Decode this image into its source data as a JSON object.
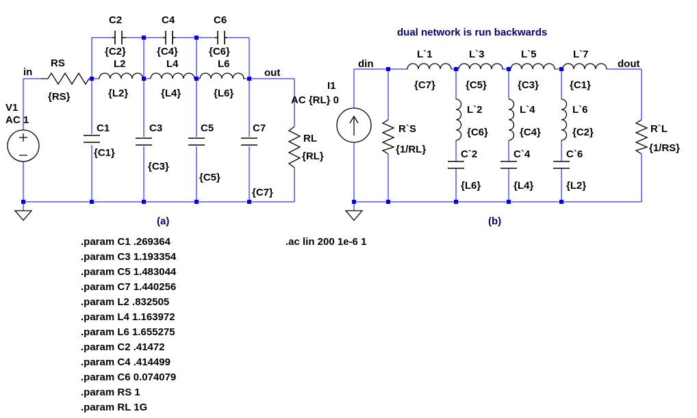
{
  "title": "dual network is run backwards",
  "labels": {
    "in": "in",
    "out": "out",
    "din": "din",
    "dout": "dout",
    "part_a": "(a)",
    "part_b": "(b)"
  },
  "circuit_a": {
    "source": {
      "name": "V1",
      "value": "AC 1"
    },
    "RS": {
      "name": "RS",
      "value": "{RS}"
    },
    "RL": {
      "name": "RL",
      "value": "{RL}"
    },
    "C2": {
      "name": "C2",
      "value": "{C2}"
    },
    "C4": {
      "name": "C4",
      "value": "{C4}"
    },
    "C6": {
      "name": "C6",
      "value": "{C6}"
    },
    "L2": {
      "name": "L2",
      "value": "{L2}"
    },
    "L4": {
      "name": "L4",
      "value": "{L4}"
    },
    "L6": {
      "name": "L6",
      "value": "{L6}"
    },
    "C1": {
      "name": "C1",
      "value": "{C1}"
    },
    "C3": {
      "name": "C3",
      "value": "{C3}"
    },
    "C5": {
      "name": "C5",
      "value": "{C5}"
    },
    "C7": {
      "name": "C7",
      "value": "{C7}"
    }
  },
  "circuit_b": {
    "source": {
      "name": "I1",
      "value": "AC {RL} 0"
    },
    "RS": {
      "name": "R`S",
      "value": "{1/RL}"
    },
    "RL": {
      "name": "R`L",
      "value": "{1/RS}"
    },
    "L1": {
      "name": "L`1",
      "value": "{C7}"
    },
    "L3": {
      "name": "L`3",
      "value": "{C5}"
    },
    "L5": {
      "name": "L`5",
      "value": "{C3}"
    },
    "L7": {
      "name": "L`7",
      "value": "{C1}"
    },
    "L2": {
      "name": "L`2",
      "value": "{C6}"
    },
    "L4": {
      "name": "L`4",
      "value": "{C4}"
    },
    "L6": {
      "name": "L`6",
      "value": "{C2}"
    },
    "C2": {
      "name": "C`2",
      "value": "{L6}"
    },
    "C4": {
      "name": "C`4",
      "value": "{L4}"
    },
    "C6": {
      "name": "C`6",
      "value": "{L2}"
    }
  },
  "params": [
    ".param C1 .269364",
    ".param C3 1.193354",
    ".param C5 1.483044",
    ".param C7 1.440256",
    ".param L2 .832505",
    ".param L4 1.163972",
    ".param L6 1.655275",
    ".param C2 .41472",
    ".param C4 .414499",
    ".param C6 0.074079",
    ".param RS 1",
    ".param RL 1G"
  ],
  "ac_command": ".ac lin 200 1e-6 1",
  "colors": {
    "wire": "#0000ff",
    "component": "#000000",
    "note": "#000080",
    "background": "#ffffff"
  }
}
